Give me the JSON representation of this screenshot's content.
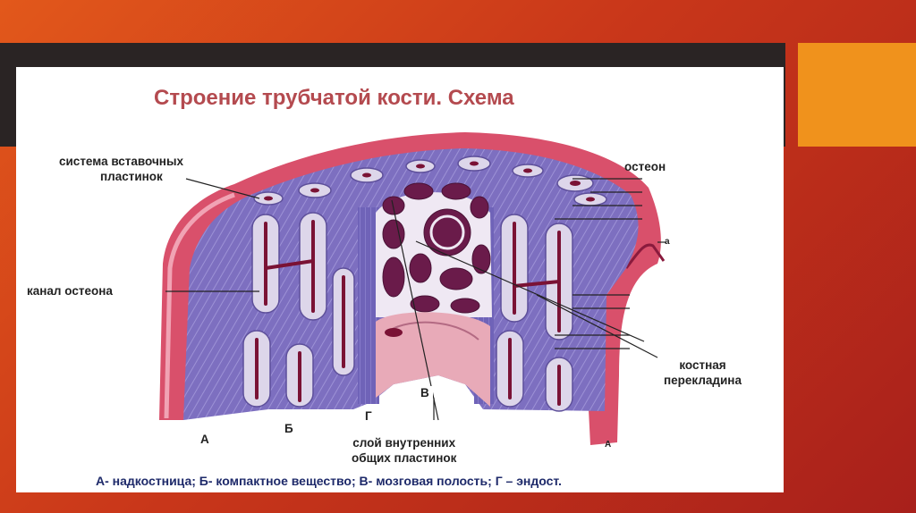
{
  "title": "Строение трубчатой кости. Схема",
  "labels": {
    "interstitial": [
      "система вставочных",
      "пластинок"
    ],
    "osteon": "остеон",
    "osteon_canal": "канал остеона",
    "trabecula": [
      "костная",
      "перекладина"
    ],
    "inner_lamellae": [
      "слой внутренних",
      "общих пластинок"
    ],
    "small_a": "а"
  },
  "letters": {
    "a": "А",
    "b": "Б",
    "v": "В",
    "g": "Г"
  },
  "caption": "А- надкостница; Б- компактное вещество; В- мозговая полость; Г – эндост.",
  "colors": {
    "title": "#b44a4f",
    "caption": "#1e2a6a",
    "periosteum": "#d9506b",
    "compact_bone": "#7d6fc0",
    "osteon_ring": "#ddd6ea",
    "canal": "#7a1235",
    "cavity": "#e8aab8"
  }
}
